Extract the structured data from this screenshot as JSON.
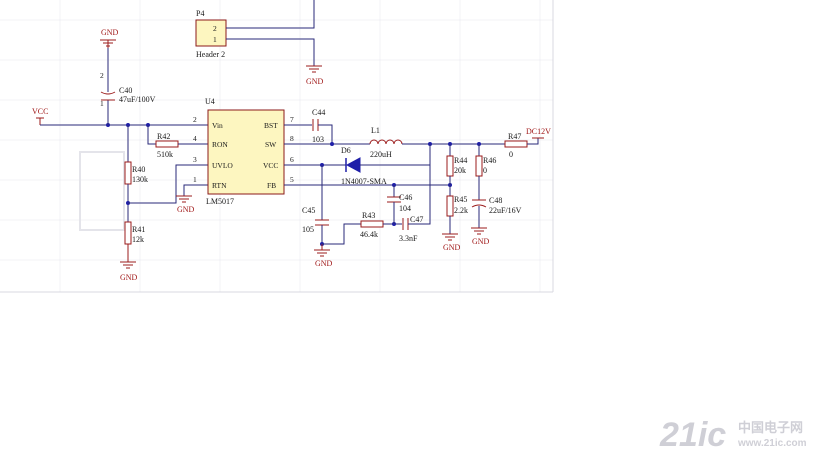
{
  "power": {
    "vcc": "VCC",
    "gnd": "GND",
    "dc12v": "DC12V"
  },
  "connector": {
    "designator": "P4",
    "pin2": "2",
    "pin1": "1",
    "name": "Header 2"
  },
  "chip": {
    "designator": "U4",
    "part": "LM5017",
    "pins": {
      "vin": "Vin",
      "ron": "RON",
      "uvlo": "UVLO",
      "rtn": "RTN",
      "bst": "BST",
      "sw": "SW",
      "vcc": "VCC",
      "fb": "FB"
    },
    "pin_numbers": {
      "vin": "2",
      "ron": "4",
      "uvlo": "3",
      "rtn": "1",
      "bst": "7",
      "sw": "8",
      "vcc": "6",
      "fb": "5"
    }
  },
  "parts": {
    "c40": {
      "ref": "C40",
      "value": "47uF/100V",
      "pin_top": "2",
      "pin_bot": "1"
    },
    "r42": {
      "ref": "R42",
      "value": "510k"
    },
    "r40": {
      "ref": "R40",
      "value": "130k"
    },
    "r41": {
      "ref": "R41",
      "value": "12k"
    },
    "c44": {
      "ref": "C44",
      "value": "103"
    },
    "l1": {
      "ref": "L1",
      "value": "220uH"
    },
    "d6": {
      "ref": "D6",
      "value": "1N4007-SMA"
    },
    "c45": {
      "ref": "C45",
      "value": "105"
    },
    "r43": {
      "ref": "R43",
      "value": "46.4k"
    },
    "c46": {
      "ref": "C46",
      "value": "104"
    },
    "c47": {
      "ref": "C47",
      "value": "3.3nF"
    },
    "r44": {
      "ref": "R44",
      "value": "20k"
    },
    "r45": {
      "ref": "R45",
      "value": "2.2k"
    },
    "r46": {
      "ref": "R46",
      "value": "0"
    },
    "r47": {
      "ref": "R47",
      "value": "0"
    },
    "c48": {
      "ref": "C48",
      "value": "22uF/16V"
    }
  },
  "watermark": {
    "logo": "21ic",
    "site": "中国电子网",
    "url": "www.21ic.com"
  }
}
